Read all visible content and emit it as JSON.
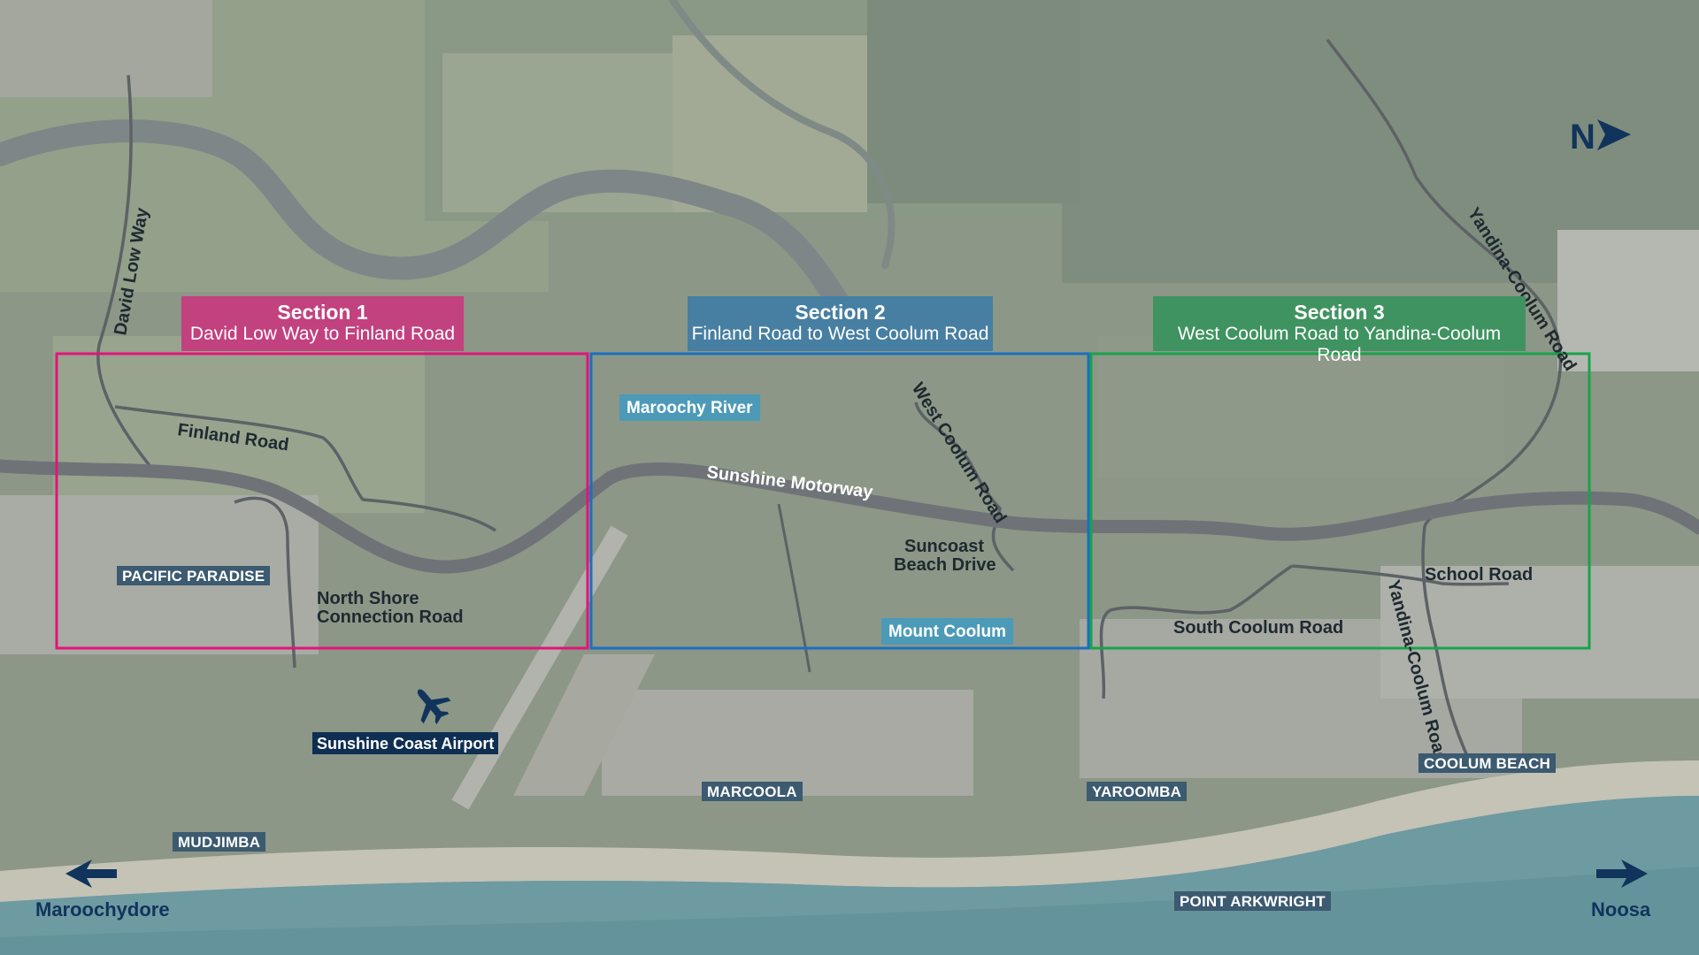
{
  "sections": [
    {
      "title": "Section 1",
      "subtitle": "David Low Way to Finland Road",
      "color": "#e2147a",
      "header_color": "#c2417f"
    },
    {
      "title": "Section 2",
      "subtitle": "Finland Road to West Coolum Road",
      "color": "#1a6fc0",
      "header_color": "#477fa2"
    },
    {
      "title": "Section 3",
      "subtitle": "West Coolum Road to Yandina-Coolum Road",
      "color": "#18a34a",
      "header_color": "#3f9361"
    }
  ],
  "roads": {
    "motorway": "Sunshine Motorway",
    "david_low_way": "David Low Way",
    "finland_road": "Finland Road",
    "north_shore_line1": "North Shore",
    "north_shore_line2": "Connection Road",
    "west_coolum_road": "West Coolum Road",
    "suncoast_line1": "Suncoast",
    "suncoast_line2": "Beach Drive",
    "yandina_coolum_north": "Yandina-Coolum Road",
    "yandina_coolum_south": "Yandina-Coolum Road",
    "school_road": "School Road",
    "south_coolum_road": "South Coolum Road"
  },
  "features": {
    "maroochy_river": "Maroochy River",
    "mount_coolum": "Mount Coolum",
    "airport": "Sunshine Coast Airport"
  },
  "suburbs": {
    "pacific_paradise": "PACIFIC PARADISE",
    "mudjimba": "MUDJIMBA",
    "marcoola": "MARCOOLA",
    "yaroomba": "YAROOMBA",
    "point_arkwright": "POINT ARKWRIGHT",
    "coolum_beach": "COOLUM BEACH"
  },
  "directions": {
    "left": "Maroochydore",
    "right": "Noosa",
    "north": "N"
  },
  "colors": {
    "motorway": "#6f7378",
    "road": "#5d6266",
    "navy": "#10345c",
    "ocean": "#6e9aa2"
  }
}
